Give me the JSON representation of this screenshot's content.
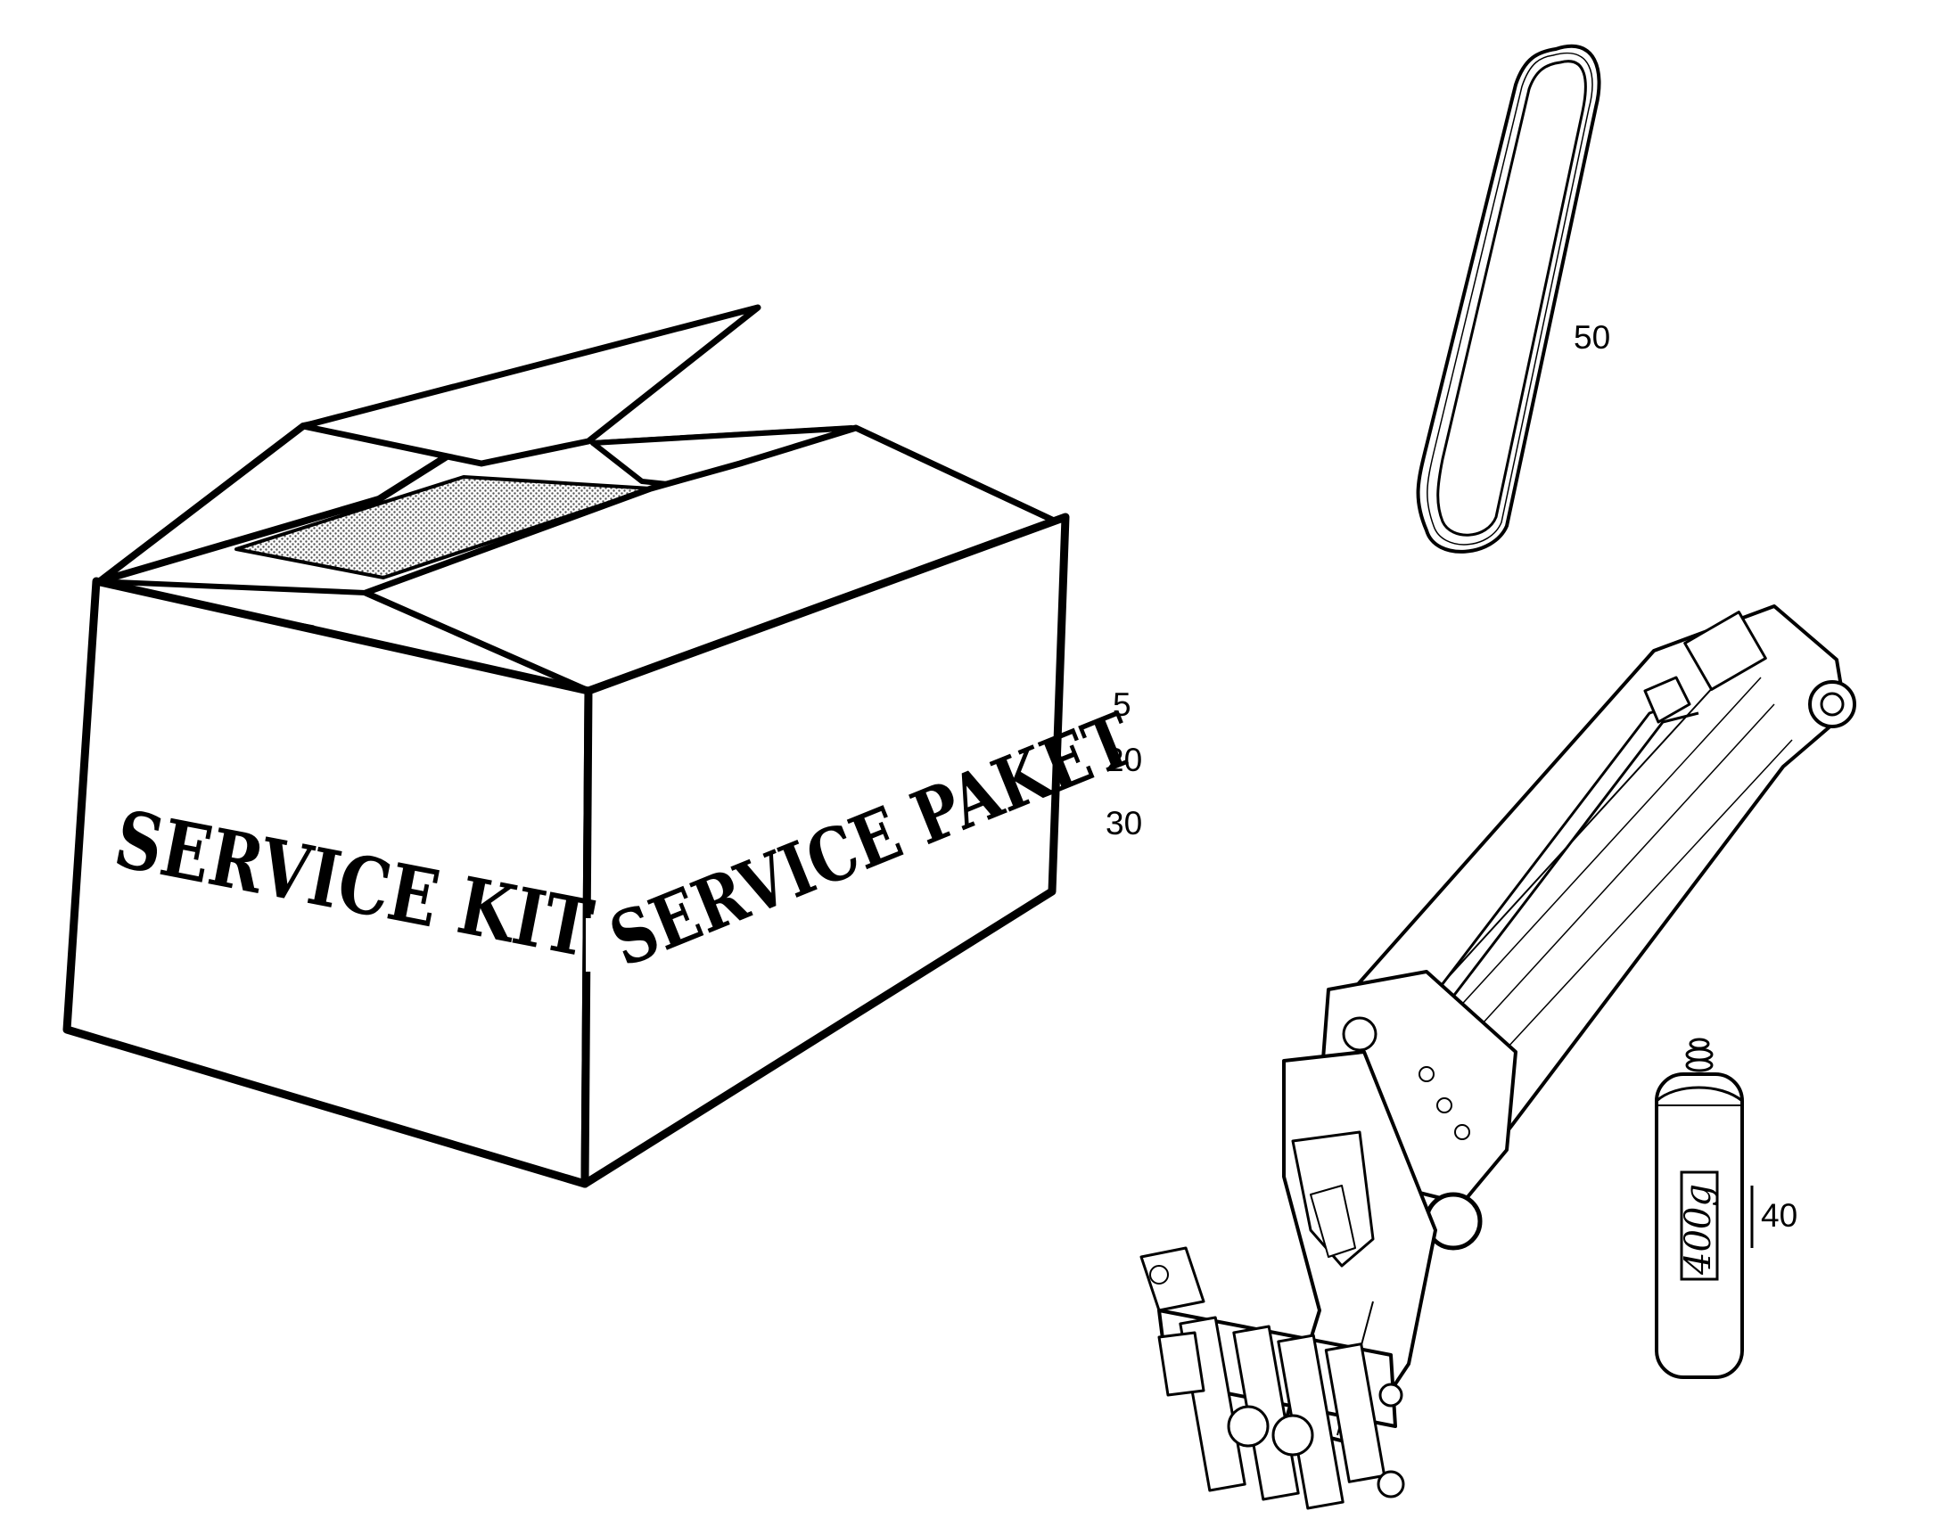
{
  "box": {
    "front_label": "SERVICE KIT",
    "side_label": "SERVICE PAKET"
  },
  "callouts": {
    "c5": "5",
    "c20": "20",
    "c30": "30",
    "c40": "40",
    "c50": "50"
  },
  "cartridge": {
    "label": "400g"
  }
}
